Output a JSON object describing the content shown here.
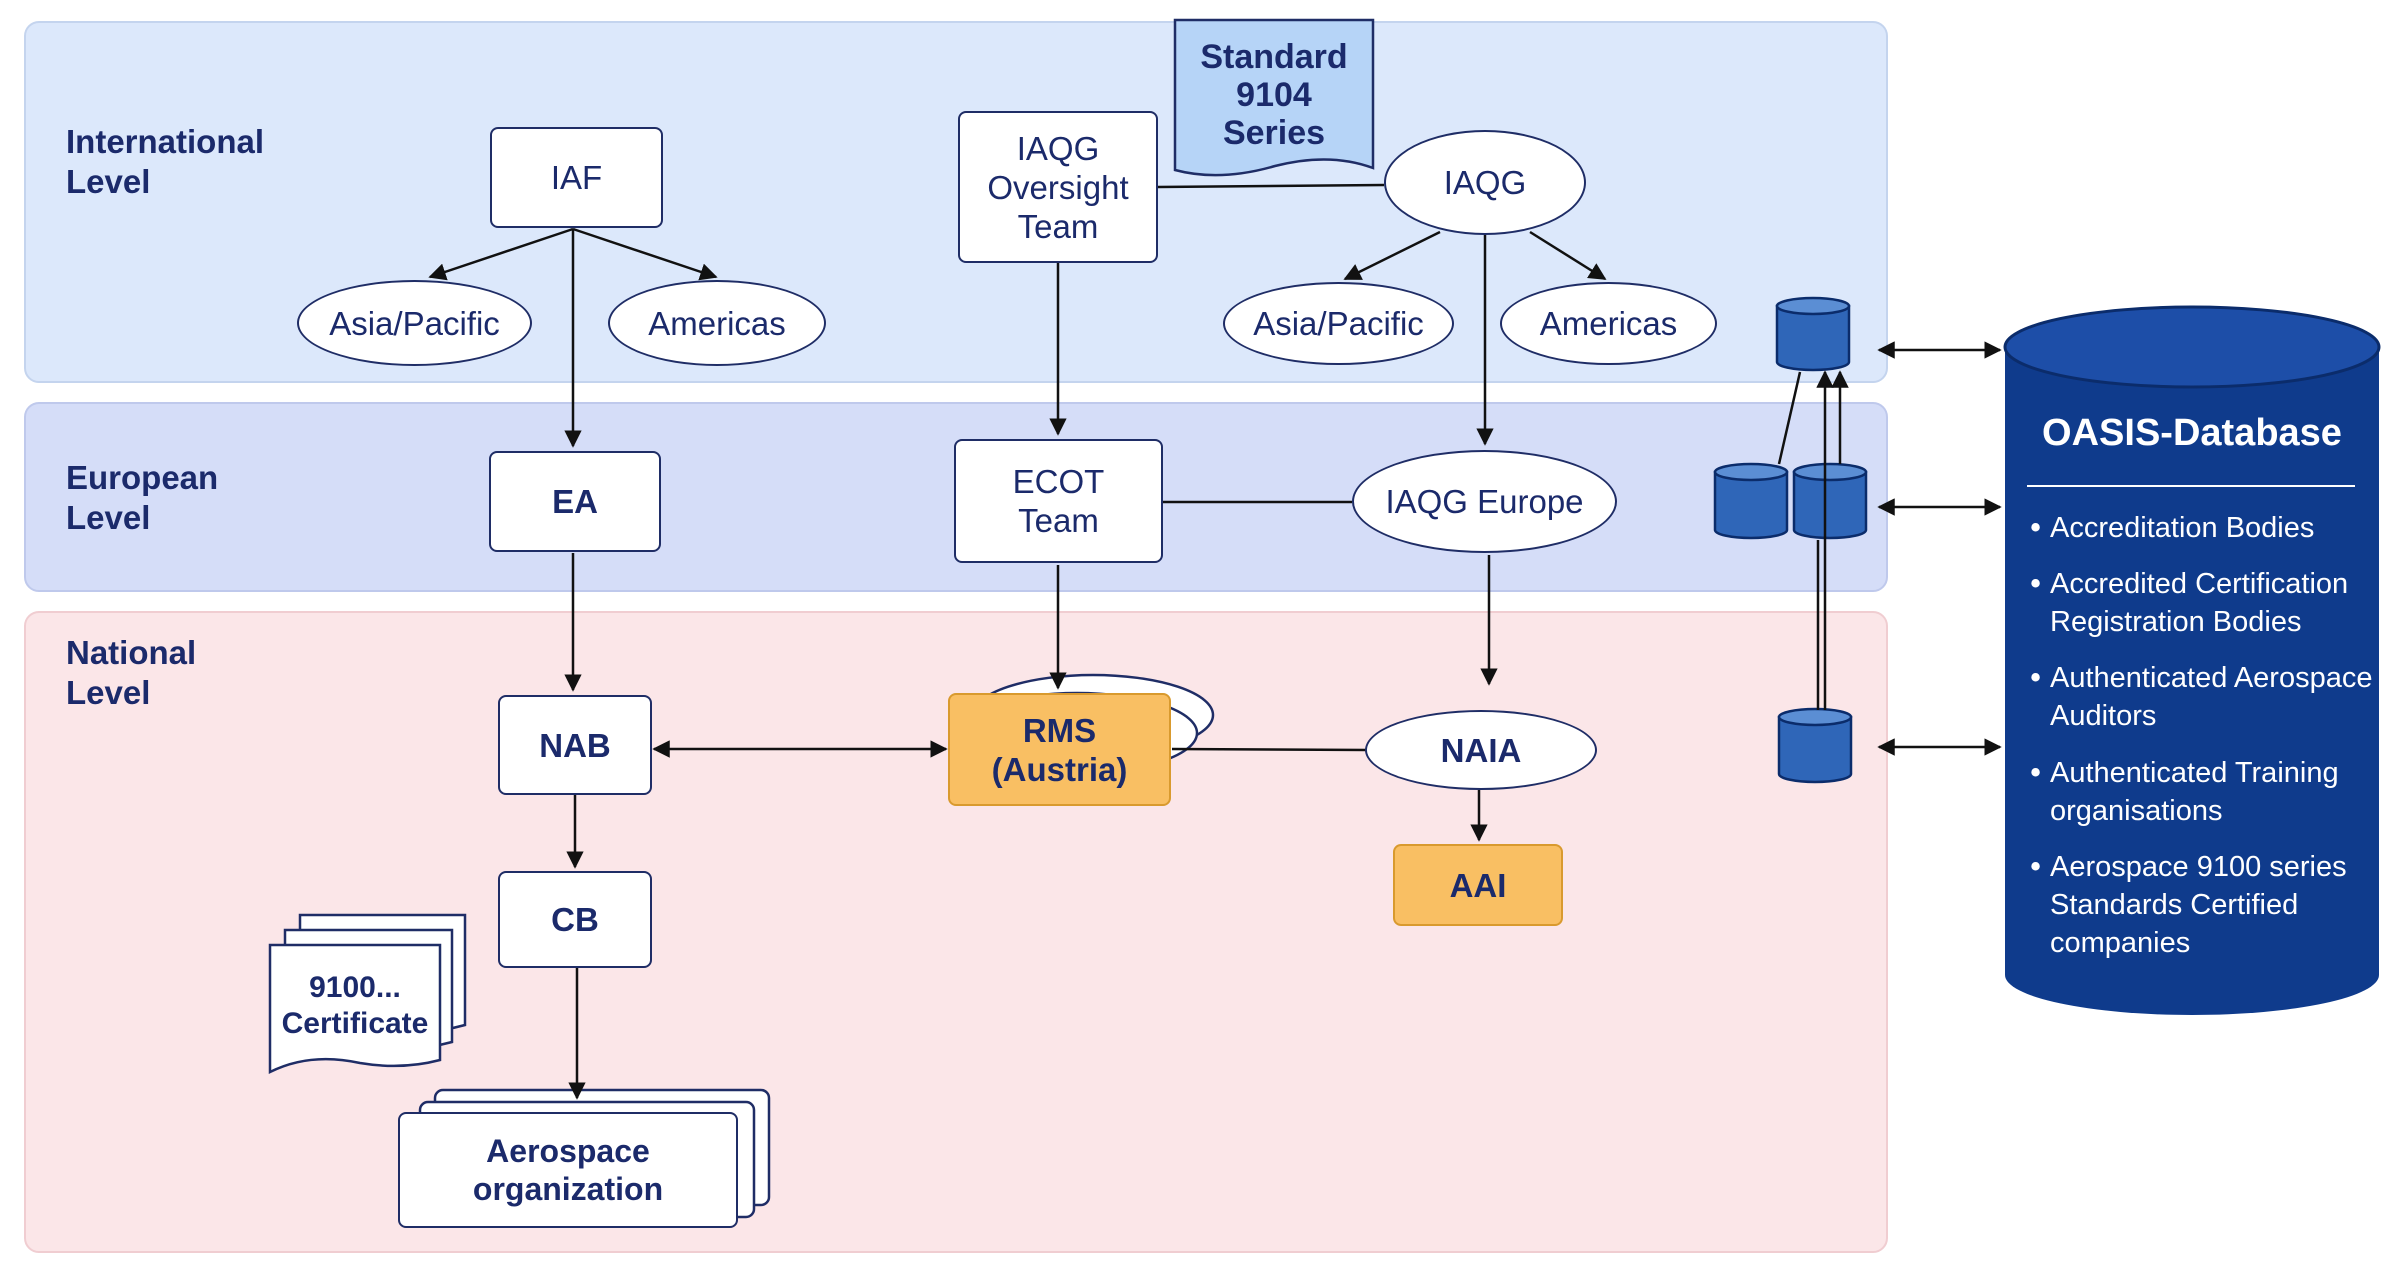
{
  "levels": {
    "international": "International\nLevel",
    "european": "European\nLevel",
    "national": "National\nLevel"
  },
  "nodes": {
    "standard": "Standard\n9104\nSeries",
    "iaf": "IAF",
    "iaf_asia": "Asia/Pacific",
    "iaf_americas": "Americas",
    "oversight": "IAQG\nOversight\nTeam",
    "iaqg": "IAQG",
    "iaqg_asia": "Asia/Pacific",
    "iaqg_americas": "Americas",
    "ea": "EA",
    "ecot": "ECOT\nTeam",
    "iaqg_europe": "IAQG Europe",
    "nab": "NAB",
    "rms": "RMS\n(Austria)",
    "naia": "NAIA",
    "aai": "AAI",
    "cb": "CB",
    "certificate": "9100...\nCertificate",
    "aerospace_org": "Aerospace\norganization"
  },
  "database": {
    "title": "OASIS-Database",
    "items": [
      "Accreditation Bodies",
      "Accredited Certification\nRegistration Bodies",
      "Authenticated Aerospace\nAuditors",
      "Authenticated Training\norganisations",
      "Aerospace 9100 series\nStandards Certified\ncompanies"
    ]
  },
  "colors": {
    "international_band": "#dce8fb",
    "european_band": "#d5ddf8",
    "national_band": "#fbe6e8",
    "navy": "#1b2a6b",
    "database_fill": "#0f3b8c",
    "orange": "#f9bf63",
    "standard_fill": "#b6d4f7"
  }
}
